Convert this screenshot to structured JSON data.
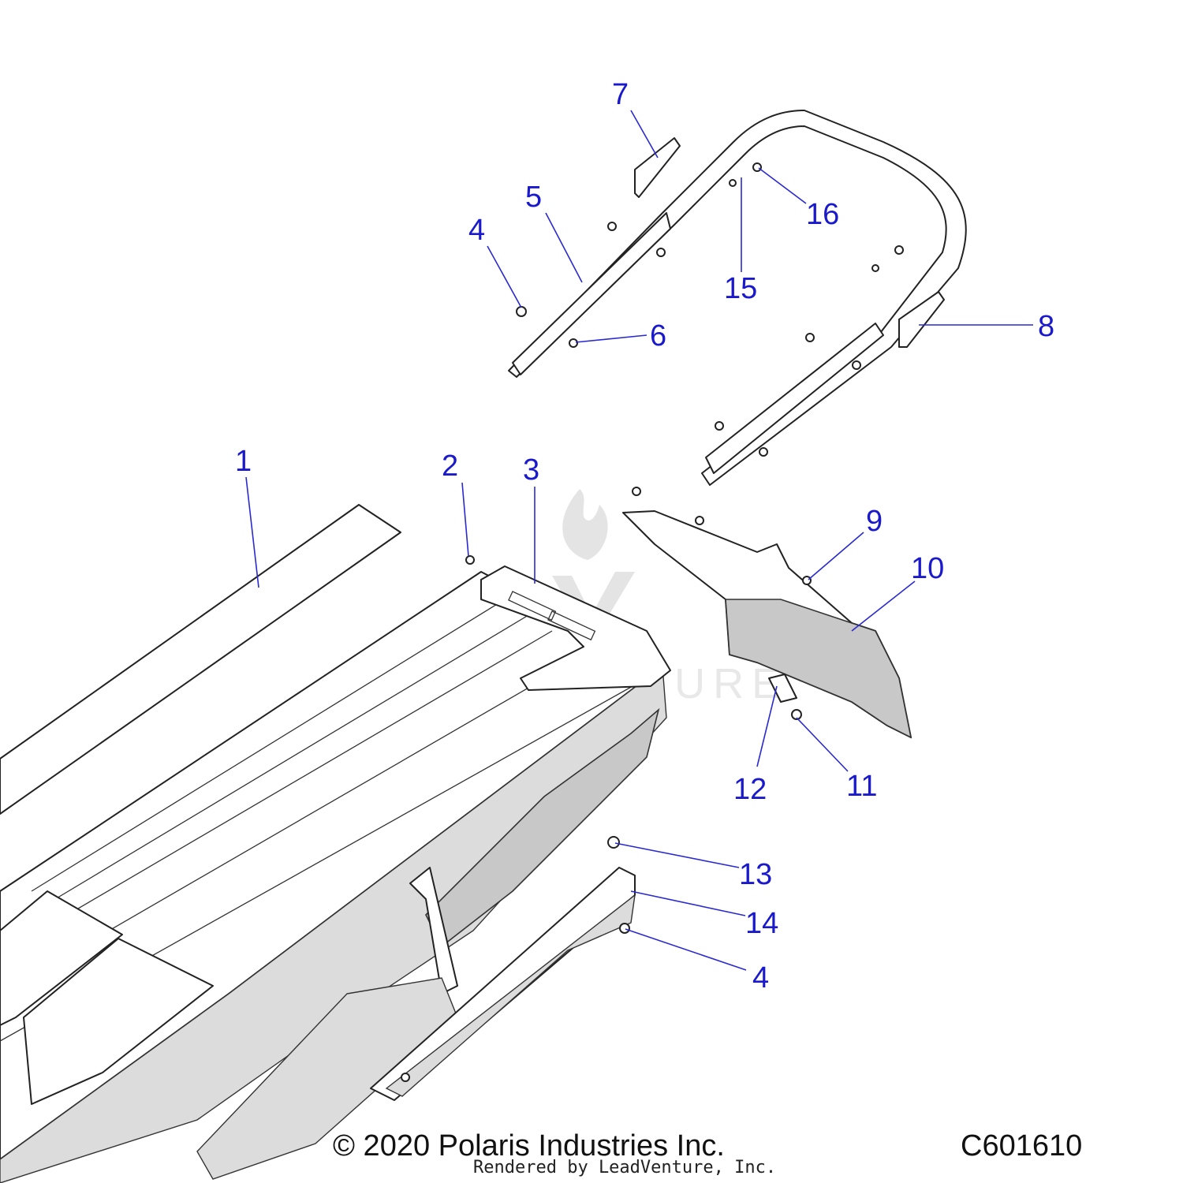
{
  "callouts": [
    {
      "id": "1",
      "label": "1"
    },
    {
      "id": "2",
      "label": "2"
    },
    {
      "id": "3",
      "label": "3"
    },
    {
      "id": "4a",
      "label": "4"
    },
    {
      "id": "4b",
      "label": "4"
    },
    {
      "id": "5",
      "label": "5"
    },
    {
      "id": "6",
      "label": "6"
    },
    {
      "id": "7",
      "label": "7"
    },
    {
      "id": "8",
      "label": "8"
    },
    {
      "id": "9",
      "label": "9"
    },
    {
      "id": "10",
      "label": "10"
    },
    {
      "id": "11",
      "label": "11"
    },
    {
      "id": "12",
      "label": "12"
    },
    {
      "id": "13",
      "label": "13"
    },
    {
      "id": "14",
      "label": "14"
    },
    {
      "id": "15",
      "label": "15"
    },
    {
      "id": "16",
      "label": "16"
    }
  ],
  "footer": {
    "copyright": "© 2020 Polaris Industries Inc.",
    "diagram_code": "C601610",
    "rendered_by": "Rendered by LeadVenture, Inc."
  },
  "watermark": {
    "text": "LEADVENTURE"
  },
  "colors": {
    "callout": "#1a1acc",
    "shading": "#c8c8c8"
  }
}
